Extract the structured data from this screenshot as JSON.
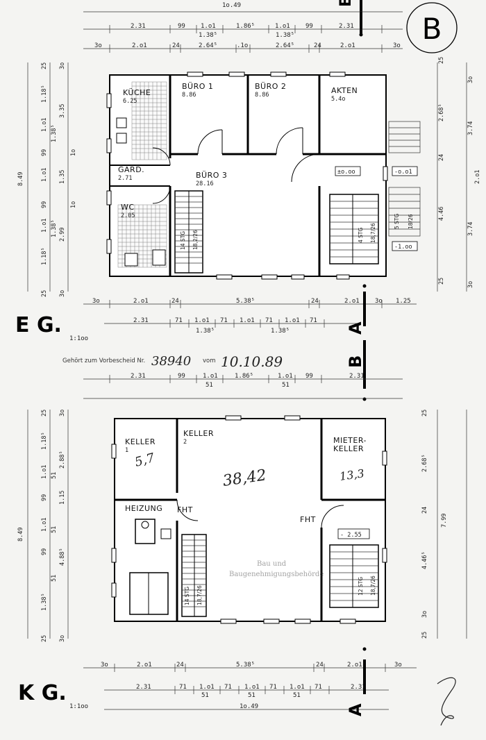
{
  "sheet": {
    "badge": "B",
    "scale": "1:1oo"
  },
  "section_markers": {
    "top": "E",
    "eg_a": "A",
    "eg_b": "B",
    "kg_b": "B",
    "kg_a": "A"
  },
  "approval": {
    "printed": "Gehört zum Vorbescheid Nr.",
    "number": "38940",
    "vom": "vom",
    "date": "10.10.89"
  },
  "eg": {
    "label": "E G.",
    "scale": "1:1oo",
    "rooms": {
      "kueche": {
        "name": "KÜCHE",
        "area": "6.25"
      },
      "buero1": {
        "name": "BÜRO 1",
        "area": "8.86"
      },
      "buero2": {
        "name": "BÜRO 2",
        "area": "8.86"
      },
      "akten": {
        "name": "AKTEN",
        "area": "5.4o"
      },
      "gard": {
        "name": "GARD.",
        "area": "2.71"
      },
      "buero3": {
        "name": "BÜRO 3",
        "area": "28.16"
      },
      "wc": {
        "name": "WC",
        "area": "2.05"
      }
    },
    "levels": {
      "l1": "±o.oo",
      "l2": "-o.o1",
      "l3": "-1.oo"
    },
    "stairs": {
      "s1": "14 STG",
      "s1b": "18,2/26",
      "s2": "4 STG",
      "s2b": "18,7/26",
      "s3": "5 STG",
      "s3b": "18/26"
    },
    "top_dims": {
      "overall": "1o.49",
      "row1": [
        "2.31",
        "99",
        "1.o1",
        "1.86⁵",
        "1.o1",
        "99",
        "2.31"
      ],
      "row1_sub": [
        "1.38⁵",
        "1.38⁵"
      ],
      "row2": [
        "3o",
        "2.o1",
        "24",
        "2.64⁵",
        ".1o",
        "2.64⁵",
        "24",
        "2.o1",
        "3o"
      ]
    },
    "bottom_dims": {
      "row1": [
        "3o",
        "2.o1",
        "24",
        "5.38⁵",
        "24",
        "2.o1",
        "3o",
        "1.25"
      ],
      "row2": [
        "2.31",
        "71",
        "1.o1",
        "71",
        "1.o1",
        "71",
        "1.o1",
        "71"
      ],
      "row2_sub": [
        "1.38⁵",
        "1.38⁵"
      ]
    },
    "left_dims": {
      "overall": "8.49",
      "col1": [
        "25",
        "1.18⁵",
        "1.o1",
        "99",
        "1.o1",
        "99",
        "1.o1",
        "1.18⁵",
        "25"
      ],
      "col2": [
        "3o",
        "3.35",
        "1.38⁵",
        "1.35",
        "1.38⁵",
        "2.99",
        "3o"
      ],
      "col3": [
        "1o",
        "1o"
      ]
    },
    "right_dims": {
      "col1": [
        "25",
        "2.68⁵",
        "24",
        "4.46",
        "25"
      ],
      "col2": [
        "3o",
        "3.74",
        "2.o1",
        "3.74",
        "3o"
      ]
    }
  },
  "kg": {
    "label": "K G.",
    "scale": "1:1oo",
    "rooms": {
      "keller1": {
        "name": "KELLER",
        "num": "1"
      },
      "keller2": {
        "name": "KELLER",
        "num": "2"
      },
      "mieter": {
        "name": "MIETER-",
        "name2": "KELLER"
      },
      "heizung": {
        "name": "HEIZUNG"
      }
    },
    "fht1": "FHT",
    "fht2": "FHT",
    "level": "- 2.55",
    "stairs": {
      "s1": "14 STG",
      "s1b": "18,7/26",
      "s2": "12 STG",
      "s2b": "18,7/26"
    },
    "handwritten": {
      "area_main": "38,42",
      "area_k1": "5,7",
      "area_mk": "13,3"
    },
    "stamp": {
      "line1": "Bau und",
      "line2": "Baugenehmigungsbehörde"
    },
    "top_dims": {
      "row1": [
        "2.31",
        "99",
        "1.o1",
        "1.86⁵",
        "1.o1",
        "99",
        "2.31"
      ],
      "row1_sub": [
        "51",
        "51"
      ]
    },
    "bottom_dims": {
      "row1": [
        "3o",
        "2.o1",
        "24",
        "5.38⁵",
        "24",
        "2.o1",
        "3o"
      ],
      "row2": [
        "2.31",
        "71",
        "1.o1",
        "71",
        "1.o1",
        "71",
        "1.o1",
        "71",
        "2.31"
      ],
      "row2_sub": [
        "51",
        "51",
        "51"
      ],
      "overall": "1o.49"
    },
    "left_dims": {
      "overall": "8.49",
      "col1": [
        "25",
        "1.18⁵",
        "1.o1",
        "99",
        "1.o1",
        "99",
        "1.38⁵",
        "25"
      ],
      "col2": [
        "3o",
        "51",
        "2.88⁵",
        "1.15",
        "51",
        "4.88⁵",
        "51",
        "3o"
      ]
    },
    "right_dims": {
      "col1": [
        "25",
        "2.68⁵",
        "24",
        "4.46⁵",
        "3o",
        "25"
      ],
      "col2": [
        "7.99"
      ]
    }
  }
}
